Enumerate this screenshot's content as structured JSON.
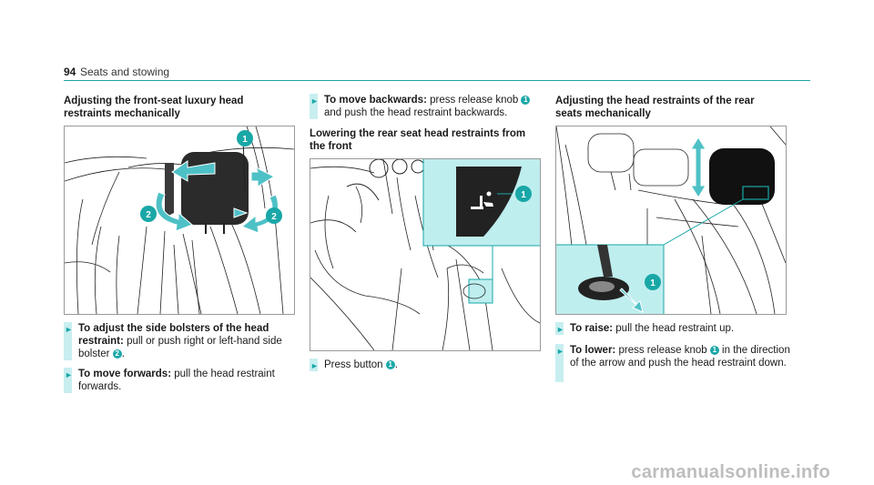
{
  "header": {
    "page_number": "94",
    "section": "Seats and stowing"
  },
  "col1": {
    "heading": "Adjusting the front-seat luxury head restraints mechanically",
    "steps": [
      {
        "label": "To adjust the side bolsters of the head restraint:",
        "text_before": "pull or push right or left-hand side bolster",
        "badge": "2",
        "text_after": "."
      },
      {
        "label": "To move forwards:",
        "text_before": "pull the head restraint forwards."
      }
    ],
    "figure_badges": [
      "1",
      "2",
      "2"
    ]
  },
  "col2": {
    "step_top": {
      "label": "To move backwards:",
      "text_before": "press release knob",
      "badge": "1",
      "text_after": "and push the head restraint backwards."
    },
    "heading": "Lowering the rear seat head restraints from the front",
    "figure_badges": [
      "1"
    ],
    "step_bottom": {
      "text_before": "Press button",
      "badge": "1",
      "text_after": "."
    }
  },
  "col3": {
    "heading": "Adjusting the head restraints of the rear seats mechanically",
    "figure_badges": [
      "1"
    ],
    "steps": [
      {
        "label": "To raise:",
        "text_before": "pull the head restraint up."
      },
      {
        "label": "To lower:",
        "text_before": "press release knob",
        "badge": "1",
        "text_after": "in the direction of the arrow and push the head restraint down."
      }
    ]
  },
  "footer": {
    "watermark": "carmanualsonline.info"
  },
  "colors": {
    "accent": "#1aa7a7",
    "highlight": "#bfeeef",
    "step_bar": "#c8eef0"
  }
}
